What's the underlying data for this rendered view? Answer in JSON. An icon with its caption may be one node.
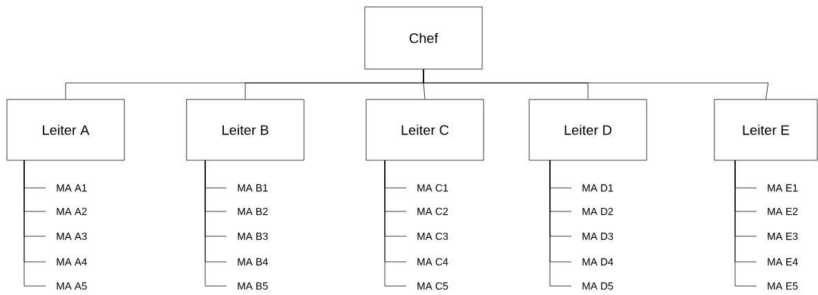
{
  "diagram": {
    "nodes": [
      {
        "text": [
          "Chef"
        ]
      },
      {
        "text": [
          "Leiter A"
        ]
      },
      {
        "text": [
          "Leiter B"
        ]
      },
      {
        "text": [
          "Leiter C"
        ]
      },
      {
        "text": [
          "Leiter D"
        ]
      },
      {
        "text": [
          "Leiter E"
        ]
      },
      {
        "text": [
          "MA A1"
        ]
      },
      {
        "text": [
          "MA A2"
        ]
      },
      {
        "text": [
          "MA A3"
        ]
      },
      {
        "text": [
          "MA A4"
        ]
      },
      {
        "text": [
          "MA A5"
        ]
      },
      {
        "text": [
          "MA B1"
        ]
      },
      {
        "text": [
          "MA B2"
        ]
      },
      {
        "text": [
          "MA B3"
        ]
      },
      {
        "text": [
          "MA B4"
        ]
      },
      {
        "text": [
          "MA B5"
        ]
      },
      {
        "text": [
          "MA C1"
        ]
      },
      {
        "text": [
          "MA C2"
        ]
      },
      {
        "text": [
          "MA C3"
        ]
      },
      {
        "text": [
          "MA C4"
        ]
      },
      {
        "text": [
          "MA C5"
        ]
      },
      {
        "text": [
          "MA D1"
        ]
      },
      {
        "text": [
          "MA D2"
        ]
      },
      {
        "text": [
          "MA D3"
        ]
      },
      {
        "text": [
          "MA D4"
        ]
      },
      {
        "text": [
          "MA D5"
        ]
      },
      {
        "text": [
          "MA E1"
        ]
      },
      {
        "text": [
          "MA E2"
        ]
      },
      {
        "text": [
          "MA E3"
        ]
      },
      {
        "text": [
          "MA E4"
        ]
      },
      {
        "text": [
          "MA E5"
        ]
      }
    ],
    "edges": [
      {
        "from": 0,
        "to": 1,
        "arrow": "none"
      },
      {
        "from": 0,
        "to": 2,
        "arrow": "none"
      },
      {
        "from": 0,
        "to": 3,
        "arrow": "none"
      },
      {
        "from": 0,
        "to": 4,
        "arrow": "none"
      },
      {
        "from": 0,
        "to": 5,
        "arrow": "none"
      },
      {
        "from": 1,
        "to": 6,
        "arrow": "none"
      },
      {
        "from": 1,
        "to": 7,
        "arrow": "none"
      },
      {
        "from": 1,
        "to": 8,
        "arrow": "none"
      },
      {
        "from": 1,
        "to": 9,
        "arrow": "none"
      },
      {
        "from": 1,
        "to": 10,
        "arrow": "none"
      },
      {
        "from": 2,
        "to": 11,
        "arrow": "none"
      },
      {
        "from": 2,
        "to": 12,
        "arrow": "none"
      },
      {
        "from": 2,
        "to": 13,
        "arrow": "none"
      },
      {
        "from": 2,
        "to": 14,
        "arrow": "none"
      },
      {
        "from": 2,
        "to": 15,
        "arrow": "none"
      },
      {
        "from": 3,
        "to": 16,
        "arrow": "none"
      },
      {
        "from": 3,
        "to": 17,
        "arrow": "none"
      },
      {
        "from": 3,
        "to": 18,
        "arrow": "none"
      },
      {
        "from": 3,
        "to": 19,
        "arrow": "none"
      },
      {
        "from": 3,
        "to": 20,
        "arrow": "none"
      },
      {
        "from": 4,
        "to": 21,
        "arrow": "none"
      },
      {
        "from": 4,
        "to": 22,
        "arrow": "none"
      },
      {
        "from": 4,
        "to": 23,
        "arrow": "none"
      },
      {
        "from": 4,
        "to": 24,
        "arrow": "none"
      },
      {
        "from": 4,
        "to": 25,
        "arrow": "none"
      },
      {
        "from": 5,
        "to": 26,
        "arrow": "none"
      },
      {
        "from": 5,
        "to": 27,
        "arrow": "none"
      },
      {
        "from": 5,
        "to": 28,
        "arrow": "none"
      },
      {
        "from": 5,
        "to": 29,
        "arrow": "none"
      },
      {
        "from": 5,
        "to": 30,
        "arrow": "none"
      }
    ]
  }
}
